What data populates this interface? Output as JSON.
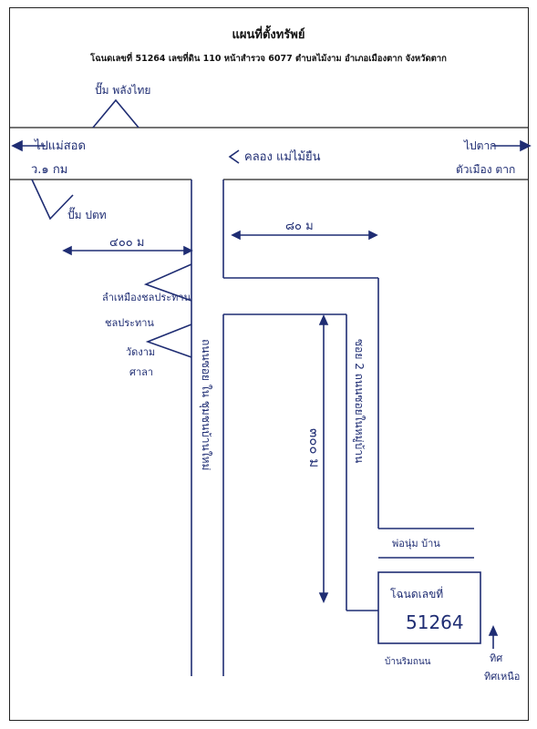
{
  "header": {
    "title": "แผนที่ตั้งทรัพย์",
    "subtitle": "โฉนดเลขที่ 51264 เลขที่ดิน 110 หน้าสำรวจ 6077 ตำบลไม้งาม อำเภอเมืองตาก จังหวัดตาก"
  },
  "landmarks": {
    "gas_station_pt": "ปั๊ม ปตท",
    "gas_station_top": "ปั๊ม พลังไทย",
    "to_mae_sot": "ไปแม่สอด",
    "distance_left_highway": "ว.๑ กม",
    "to_tak": "ไปตาก",
    "tak_city": "ตัวเมือง ตาก",
    "canal": "คลอง แม่ไม้ยืน",
    "irrigation": "ลำเหมืองชลประทาน",
    "irrigation_2": "ชลประทาน",
    "temple": "วัดงาม",
    "temple_2": "ศาลา",
    "soi_main": "ถนนซอย ใน ชุมชนบ้านใหม่",
    "soi_2": "ซอย 2 ถนนซอยในหมู่บ้าน",
    "nearby_house": "พ่อนุ่ม บ้าน",
    "plot_label": "โฉนดเลขที่",
    "plot_number": "51264",
    "owner_house": "บ้านริมถนน",
    "north_label": "ทิศเหนือ",
    "north_short": "ทิศ"
  },
  "measurements": {
    "dist_400": "๔๐๐ ม",
    "dist_80": "๘๐ ม",
    "dist_300": "๓๐๐ ม"
  },
  "colors": {
    "ink": "#1f2d73",
    "printed": "#111111",
    "border": "#222222"
  }
}
